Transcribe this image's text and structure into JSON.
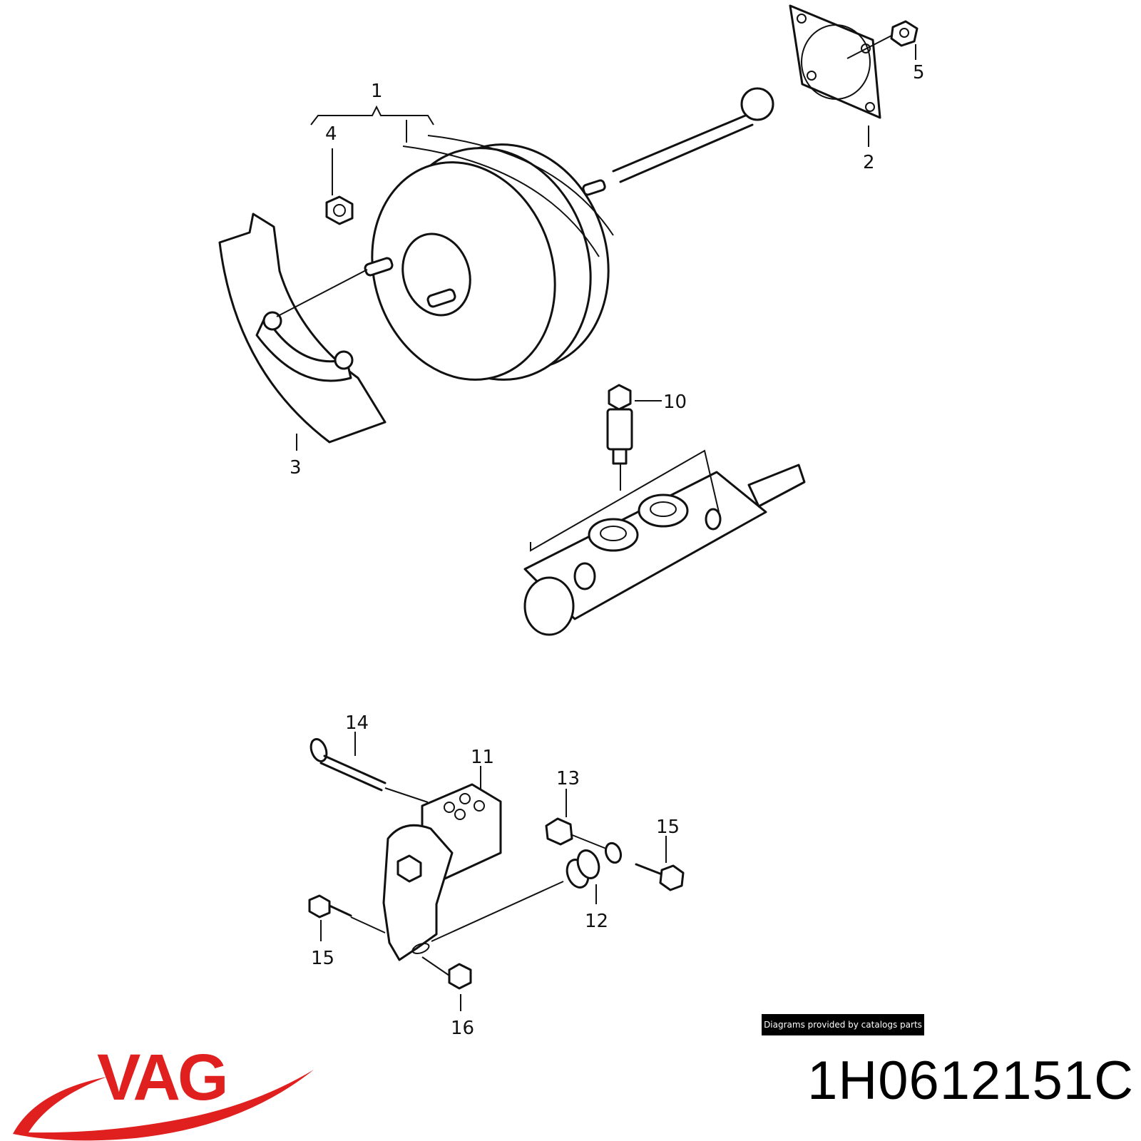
{
  "diagram": {
    "callouts": [
      "1",
      "2",
      "3",
      "4",
      "5",
      "10",
      "11",
      "12",
      "13",
      "14",
      "15",
      "15",
      "16"
    ]
  },
  "credit": "Diagrams provided by catalogs parts",
  "part_number": "1H0612151C",
  "brand": {
    "name": "VAG",
    "color": "#e01f1f"
  },
  "colors": {
    "line": "#111111",
    "background": "#ffffff"
  }
}
